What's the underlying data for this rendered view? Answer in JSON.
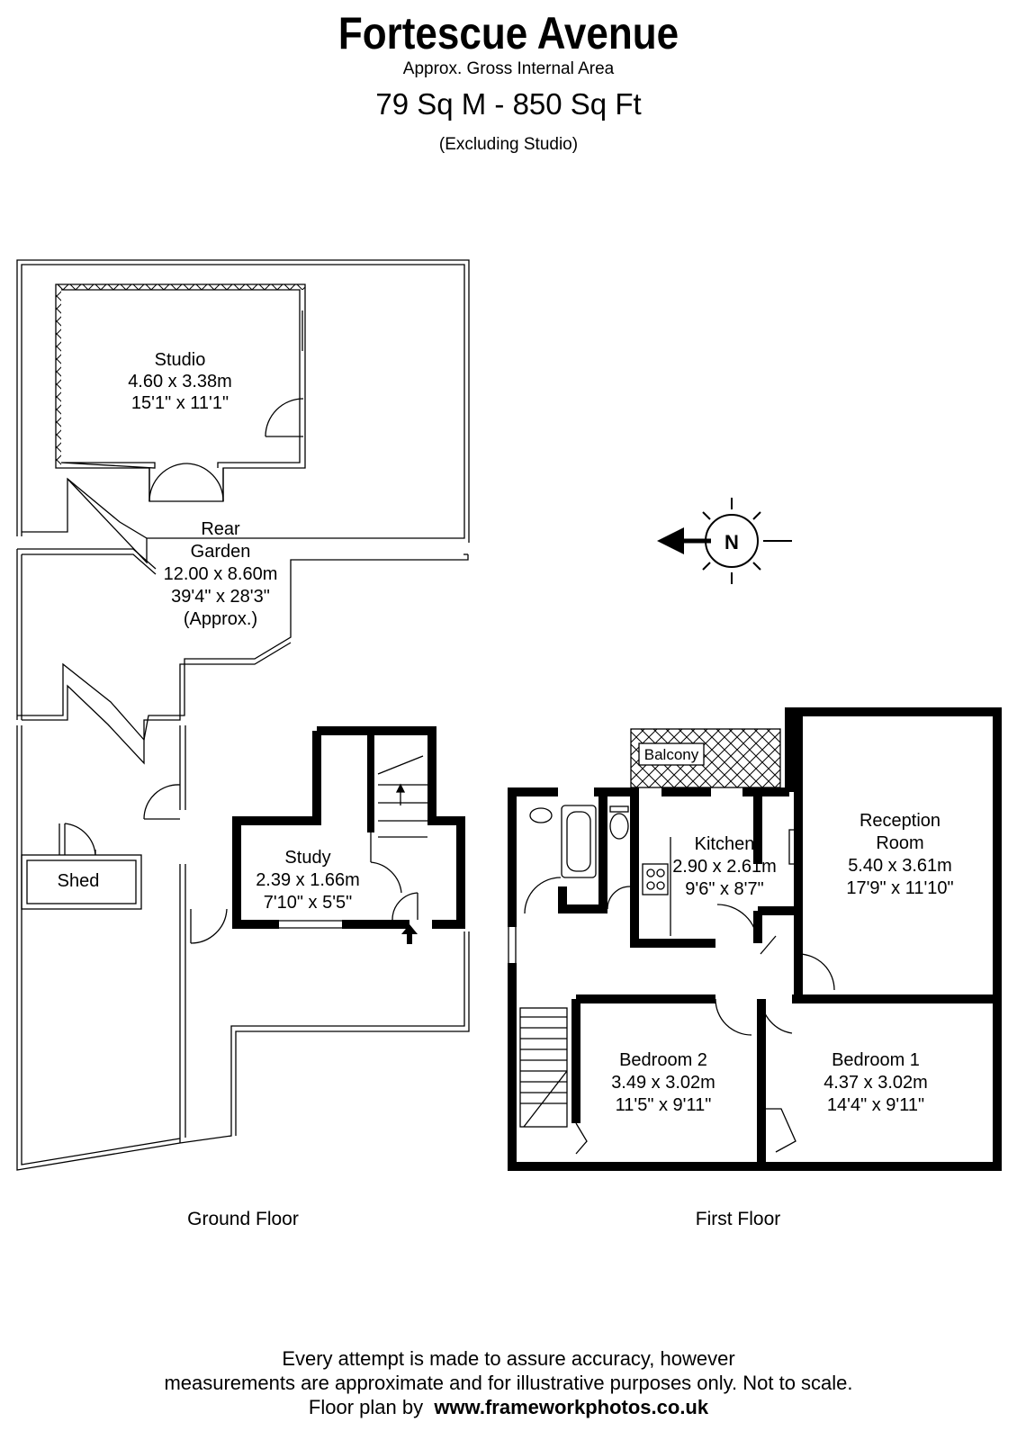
{
  "header": {
    "title": "Fortescue Avenue",
    "subtitle": "Approx. Gross Internal Area",
    "area": "79 Sq M  -  850 Sq Ft",
    "note": "(Excluding Studio)"
  },
  "rooms": {
    "studio": {
      "name": "Studio",
      "metric": "4.60 x 3.38m",
      "imperial": "15'1\" x 11'1\""
    },
    "garden": {
      "name1": "Rear",
      "name2": "Garden",
      "metric": "12.00 x 8.60m",
      "imperial": "39'4\" x 28'3\"",
      "note": "(Approx.)"
    },
    "study": {
      "name": "Study",
      "metric": "2.39 x 1.66m",
      "imperial": "7'10\" x 5'5\""
    },
    "shed": {
      "name": "Shed"
    },
    "balcony": {
      "name": "Balcony"
    },
    "kitchen": {
      "name": "Kitchen",
      "metric": "2.90 x 2.61m",
      "imperial": "9'6\" x 8'7\""
    },
    "reception": {
      "name1": "Reception",
      "name2": "Room",
      "metric": "5.40 x 3.61m",
      "imperial": "17'9\" x 11'10\""
    },
    "bedroom2": {
      "name": "Bedroom 2",
      "metric": "3.49 x 3.02m",
      "imperial": "11'5\" x 9'11\""
    },
    "bedroom1": {
      "name": "Bedroom 1",
      "metric": "4.37 x 3.02m",
      "imperial": "14'4\" x 9'11\""
    }
  },
  "compass": {
    "label": "N"
  },
  "floors": {
    "ground": "Ground Floor",
    "first": "First Floor"
  },
  "footer": {
    "line1": "Every attempt is made to assure accuracy, however",
    "line2": "measurements are approximate and for illustrative purposes only. Not to scale.",
    "line3_prefix": "Floor plan by",
    "line3_url": "www.frameworkphotos.co.uk"
  },
  "colors": {
    "wall": "#000000",
    "background": "#ffffff"
  }
}
